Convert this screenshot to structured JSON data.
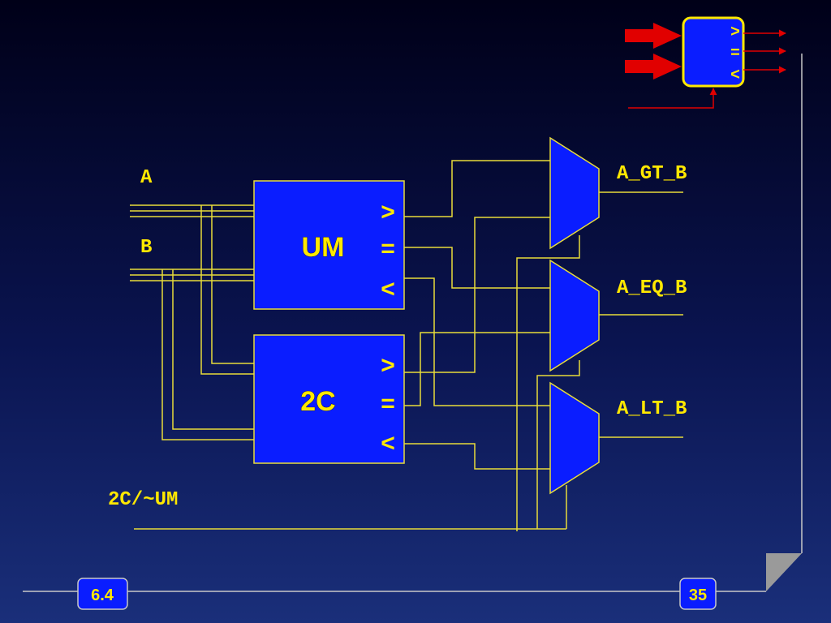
{
  "colors": {
    "wire": "#e8dc3a",
    "label": "#ffe800",
    "block_fill": "#0a1dff",
    "block_stroke": "#e8dc3a",
    "red": "#e10000",
    "frame": "#c8c8c8"
  },
  "inputs": {
    "a_label": "A",
    "b_label": "B",
    "sel_label": "2C/~UM"
  },
  "blocks": {
    "um": {
      "label": "UM",
      "gt": ">",
      "eq": "=",
      "lt": "<"
    },
    "tc": {
      "label": "2C",
      "gt": ">",
      "eq": "=",
      "lt": "<"
    }
  },
  "outputs": {
    "gt": "A_GT_B",
    "eq": "A_EQ_B",
    "lt": "A_LT_B"
  },
  "mini_icon": {
    "gt": ">",
    "eq": "=",
    "lt": "<"
  },
  "footer": {
    "section": "6.4",
    "page": "35"
  }
}
